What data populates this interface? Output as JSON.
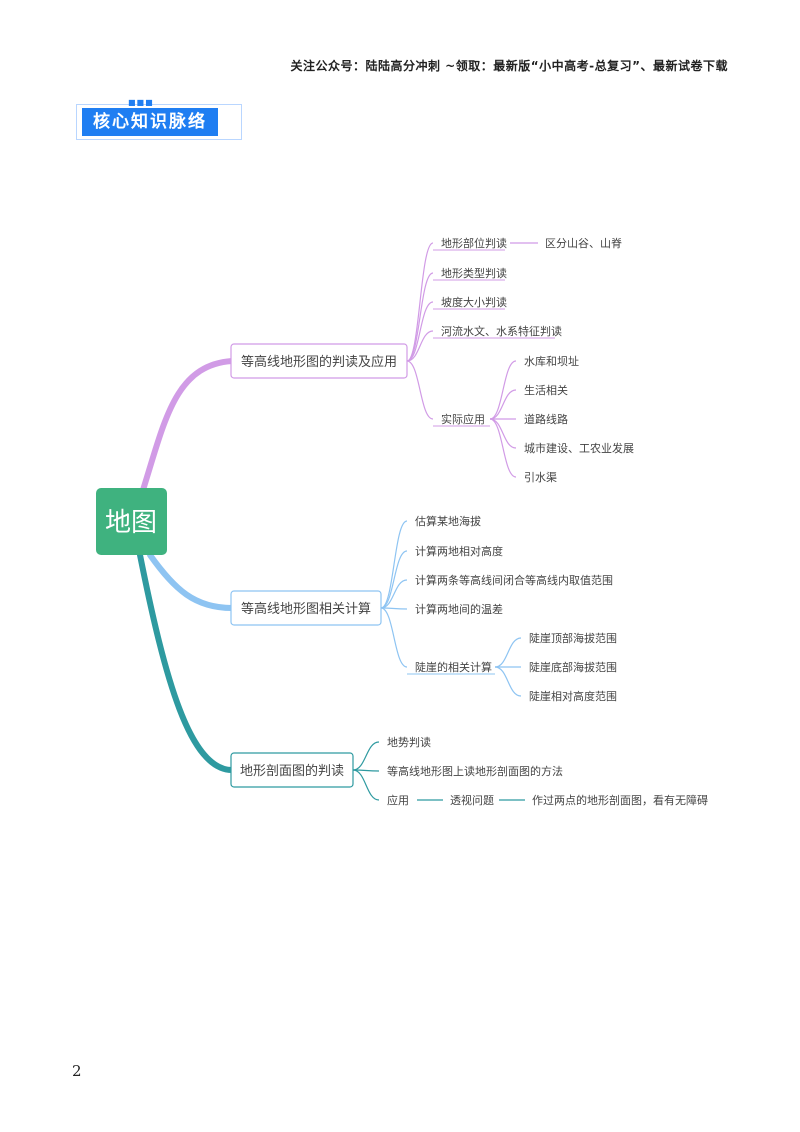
{
  "header": {
    "note": "关注公众号：陆陆高分冲刺  ~领取：最新版“小中高考-总复习”、最新试卷下载"
  },
  "section_title": "核心知识脉络",
  "section_dots": "■■■",
  "root": {
    "label": "地图",
    "color": "#3fb27f"
  },
  "branches": [
    {
      "label": "等高线地形图的判读及应用",
      "color": "#d19be6",
      "children": [
        {
          "label": "地形部位判读",
          "children": [
            {
              "label": "区分山谷、山脊"
            }
          ]
        },
        {
          "label": "地形类型判读"
        },
        {
          "label": "坡度大小判读"
        },
        {
          "label": "河流水文、水系特征判读"
        },
        {
          "label": "实际应用",
          "children": [
            {
              "label": "水库和坝址"
            },
            {
              "label": "生活相关"
            },
            {
              "label": "道路线路"
            },
            {
              "label": "城市建设、工农业发展"
            },
            {
              "label": "引水渠"
            }
          ]
        }
      ]
    },
    {
      "label": "等高线地形图相关计算",
      "color": "#8ec4f2",
      "children": [
        {
          "label": "估算某地海拔"
        },
        {
          "label": "计算两地相对高度"
        },
        {
          "label": "计算两条等高线间闭合等高线内取值范围"
        },
        {
          "label": "计算两地间的温差"
        },
        {
          "label": "陡崖的相关计算",
          "children": [
            {
              "label": "陡崖顶部海拔范围"
            },
            {
              "label": "陡崖底部海拔范围"
            },
            {
              "label": "陡崖相对高度范围"
            }
          ]
        }
      ]
    },
    {
      "label": "地形剖面图的判读",
      "color": "#2e9aa0",
      "children": [
        {
          "label": "地势判读"
        },
        {
          "label": "等高线地形图上读地形剖面图的方法"
        },
        {
          "label": "应用",
          "children": [
            {
              "label": "透视问题",
              "children": [
                {
                  "label": "作过两点的地形剖面图，看有无障碍"
                }
              ]
            }
          ]
        }
      ]
    }
  ],
  "page_number": "2"
}
